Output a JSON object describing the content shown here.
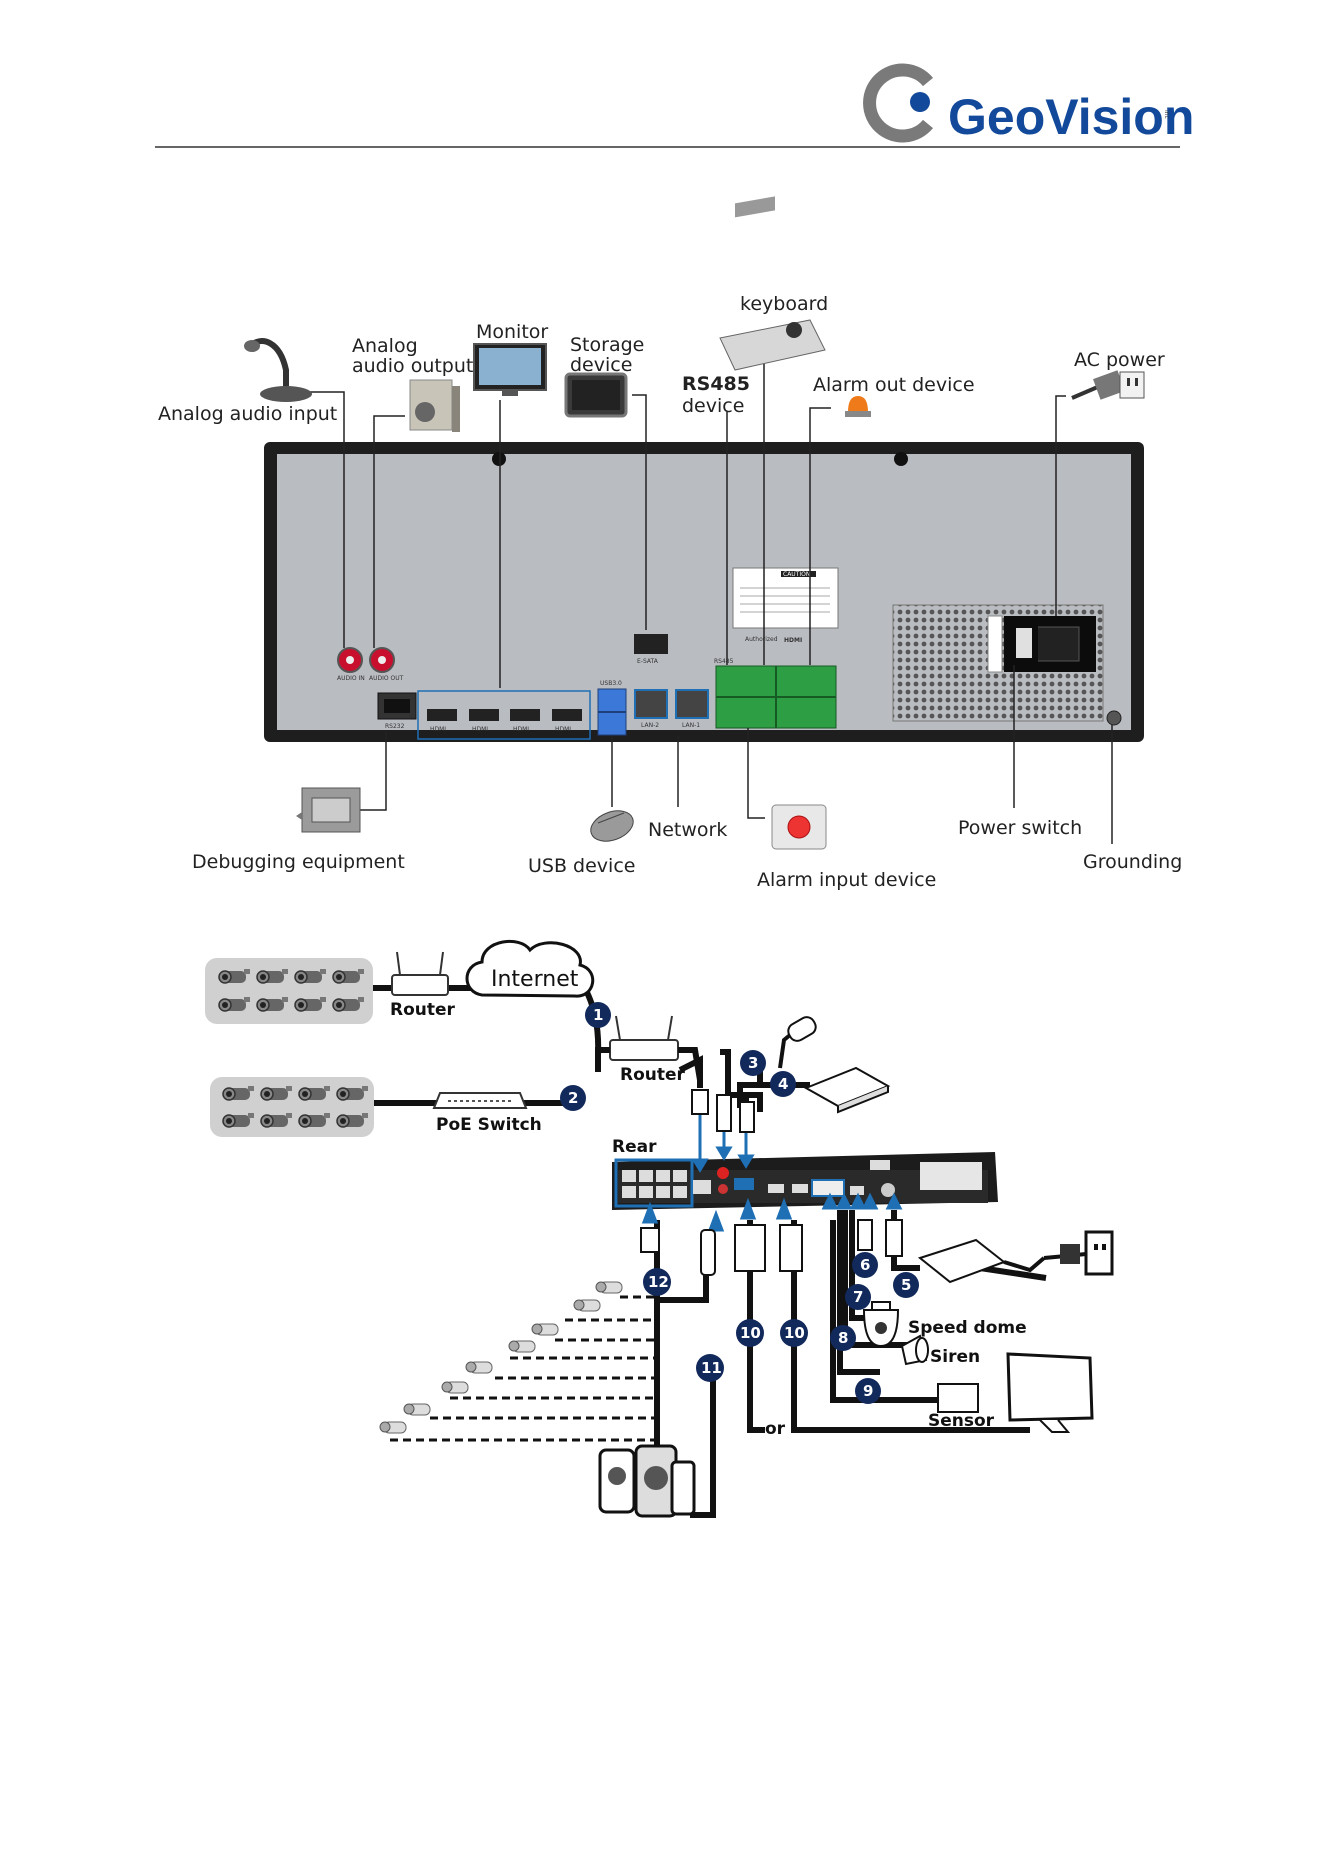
{
  "header": {
    "brand": "GeoVision",
    "brand_suffix": "inc"
  },
  "rear_panel": {
    "callouts": {
      "analog_audio_input": "Analog audio input",
      "analog_audio_output_1": "Analog",
      "analog_audio_output_2": "audio output",
      "monitor": "Monitor",
      "storage_1": "Storage",
      "storage_2": "device",
      "keyboard": "keyboard",
      "rs485_1": "RS485",
      "rs485_2": "device",
      "alarm_out": "Alarm out device",
      "ac_power": "AC power",
      "debugging": "Debugging equipment",
      "usb_device": "USB device",
      "network": "Network",
      "alarm_input": "Alarm input device",
      "power_switch": "Power switch",
      "grounding": "Grounding"
    },
    "port_labels": {
      "audio_in": "AUDIO IN",
      "audio_out": "AUDIO OUT",
      "rs232": "RS232",
      "hdmi": "HDMI",
      "usb3": "USB3.0",
      "esata": "E-SATA",
      "lan2": "LAN-2",
      "lan1": "LAN-1",
      "rs485": "RS485",
      "caution": "CAUTION",
      "authorized": "Authorized",
      "hdmi_logo": "HDMI"
    }
  },
  "connection": {
    "labels": {
      "internet": "Internet",
      "router_top": "Router",
      "router_mid": "Router",
      "poe_switch": "PoE Switch",
      "rear": "Rear",
      "speed_dome": "Speed dome",
      "siren": "Siren",
      "sensor": "Sensor",
      "or": "or"
    },
    "badges": [
      "1",
      "2",
      "3",
      "4",
      "5",
      "6",
      "7",
      "8",
      "9",
      "10",
      "10",
      "11",
      "12"
    ]
  }
}
